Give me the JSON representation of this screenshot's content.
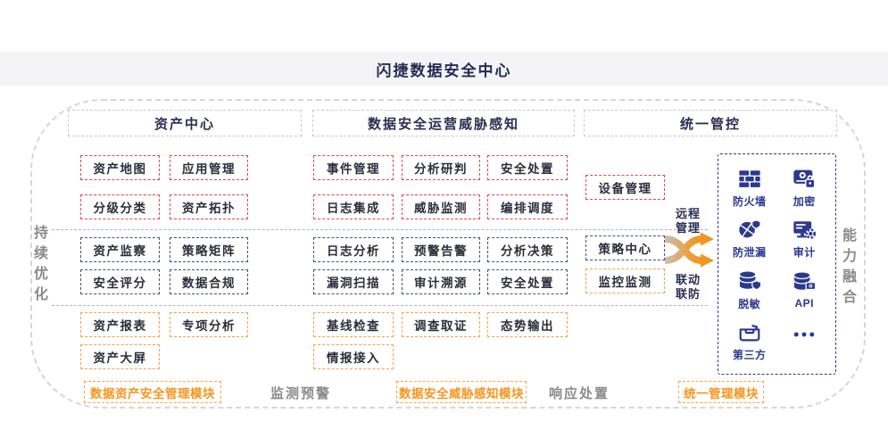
{
  "title": "闪捷数据安全中心",
  "rails": {
    "left": "持续优化",
    "right": "能力融合"
  },
  "headers": {
    "asset": "资产中心",
    "soc": "数据安全运营威胁感知",
    "unified": "统一管控"
  },
  "asset_center": {
    "red": [
      "资产地图",
      "应用管理",
      "分级分类",
      "资产拓扑"
    ],
    "blue": [
      "资产监察",
      "策略矩阵",
      "安全评分",
      "数据合规"
    ],
    "orange": [
      "资产报表",
      "专项分析",
      "资产大屏"
    ],
    "module": "数据资产安全管理模块"
  },
  "soc_center": {
    "red": [
      "事件管理",
      "分析研判",
      "安全处置",
      "日志集成",
      "威胁监测",
      "编排调度"
    ],
    "blue": [
      "日志分析",
      "预警告警",
      "分析决策",
      "漏洞扫描",
      "审计溯源",
      "安全处置"
    ],
    "orange": [
      "基线检查",
      "调查取证",
      "态势输出",
      "情报接入"
    ],
    "module": "数据安全威胁感知模块"
  },
  "unified": {
    "red": [
      "设备管理"
    ],
    "blue": [
      "策略中心"
    ],
    "orange": [
      "监控监测"
    ],
    "arrow_labels": {
      "top": "远程管理",
      "bottom": "联动联防"
    },
    "module": "统一管理模块",
    "capabilities": [
      {
        "icon": "firewall-icon",
        "label": "防火墙"
      },
      {
        "icon": "encryption-icon",
        "label": "加密"
      },
      {
        "icon": "leak-prevention-icon",
        "label": "防泄漏"
      },
      {
        "icon": "audit-icon",
        "label": "审计"
      },
      {
        "icon": "data-masking-icon",
        "label": "脱敏"
      },
      {
        "icon": "api-icon",
        "label": "API"
      },
      {
        "icon": "third-party-icon",
        "label": "第三方"
      },
      {
        "icon": "ellipsis-icon",
        "label": ""
      }
    ]
  },
  "footer": {
    "monitoring": "监测预警",
    "response": "响应处置"
  },
  "colors": {
    "red": "#e04848",
    "blue": "#41508f",
    "orange": "#f8a33c",
    "navy": "#2b3990",
    "title_navy": "#232c54",
    "gray_text": "#8a8a8a"
  }
}
